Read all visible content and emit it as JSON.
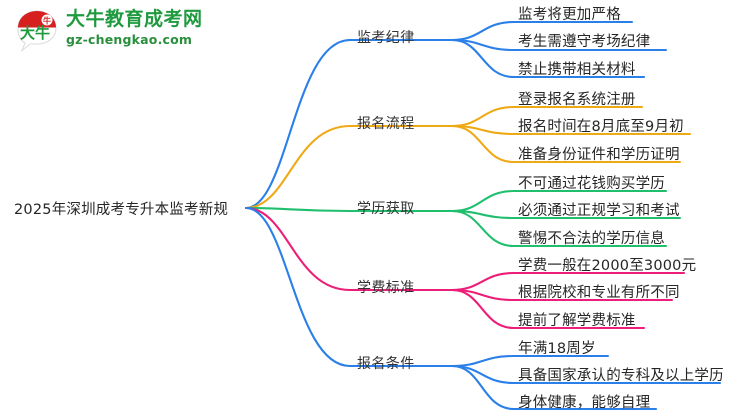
{
  "logo": {
    "name_cn": "大牛教育成考网",
    "url": "gz-chengkao.com",
    "mark_text": "大牛",
    "brand_green": "#1f9a3f",
    "brand_red": "#d62020"
  },
  "mindmap": {
    "root": {
      "label": "2025年深圳成考专升本监考新规"
    },
    "branches": [
      {
        "label": "监考纪律",
        "color": "#2a7fe8",
        "children": [
          "监考将更加严格",
          "考生需遵守考场纪律",
          "禁止携带相关材料"
        ]
      },
      {
        "label": "报名流程",
        "color": "#efa914",
        "children": [
          "登录报名系统注册",
          "报名时间在8月底至9月初",
          "准备身份证件和学历证明"
        ]
      },
      {
        "label": "学历获取",
        "color": "#1fbf6e",
        "children": [
          "不可通过花钱购买学历",
          "必须通过正规学习和考试",
          "警惕不合法的学历信息"
        ]
      },
      {
        "label": "学费标准",
        "color": "#ed1e79",
        "children": [
          "学费一般在2000至3000元",
          "根据院校和专业有所不同",
          "提前了解学费标准"
        ]
      },
      {
        "label": "报名条件",
        "color": "#2a7fe8",
        "children": [
          "年满18周岁",
          "具备国家承认的专科及以上学历",
          "身体健康，能够自理"
        ]
      }
    ]
  }
}
